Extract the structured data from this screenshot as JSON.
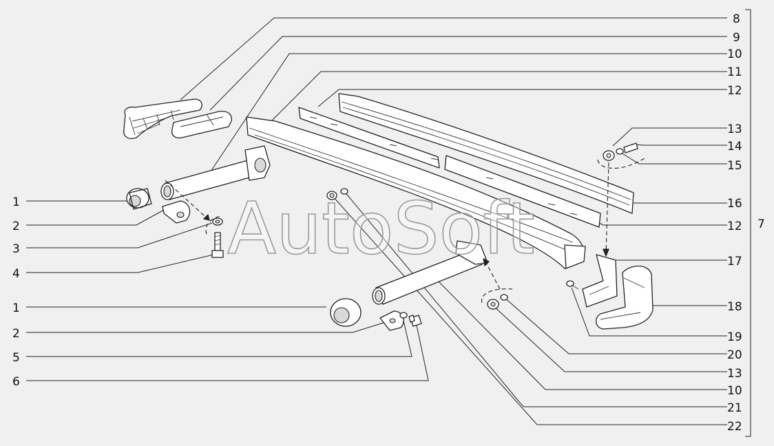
{
  "watermark": "AutoSoft",
  "callouts": {
    "c8": "8",
    "c9": "9",
    "c10a": "10",
    "c11": "11",
    "c12a": "12",
    "c13a": "13",
    "c14": "14",
    "c15": "15",
    "c16": "16",
    "c12b": "12",
    "c17": "17",
    "c18": "18",
    "c19": "19",
    "c20": "20",
    "c13b": "13",
    "c10b": "10",
    "c21": "21",
    "c22": "22",
    "l1a": "1",
    "l2a": "2",
    "l3": "3",
    "l4": "4",
    "l1b": "1",
    "l2b": "2",
    "l5": "5",
    "l6": "6",
    "c7": "7"
  }
}
